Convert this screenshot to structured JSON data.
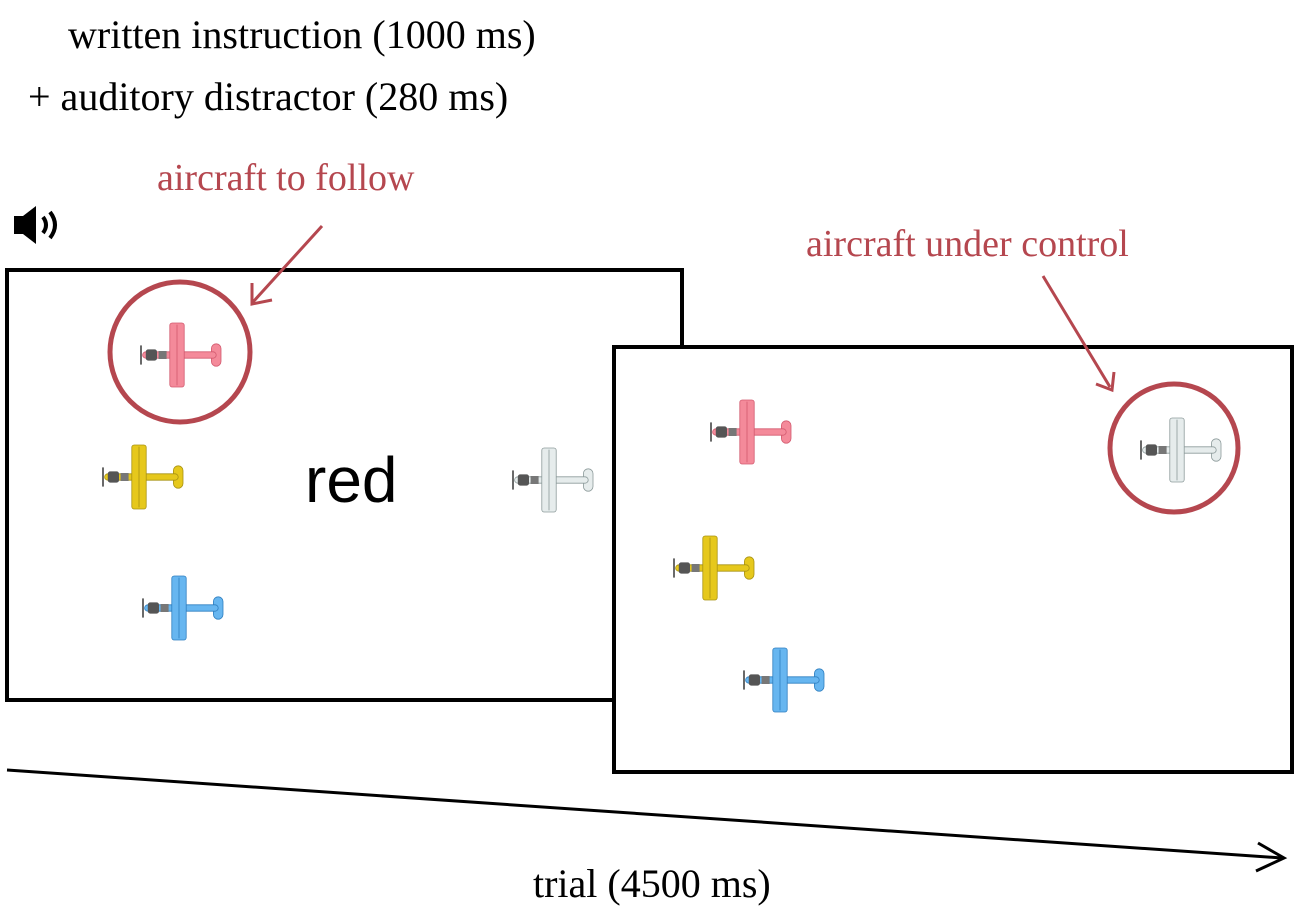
{
  "header": {
    "line1": "written instruction (1000 ms)",
    "line2": "+ auditory distractor (280 ms)"
  },
  "annotations": {
    "follow": "aircraft to follow",
    "control": "aircraft under control"
  },
  "instruction_word": "red",
  "timeline": {
    "label": "trial (4500 ms)"
  },
  "icons": {
    "sound": "speaker-icon"
  },
  "colors": {
    "annotation": "#b5474f",
    "plane_red": "#f48a9a",
    "plane_yellow": "#e6c81c",
    "plane_blue": "#67b6f0",
    "plane_white": "#e6ecec"
  }
}
